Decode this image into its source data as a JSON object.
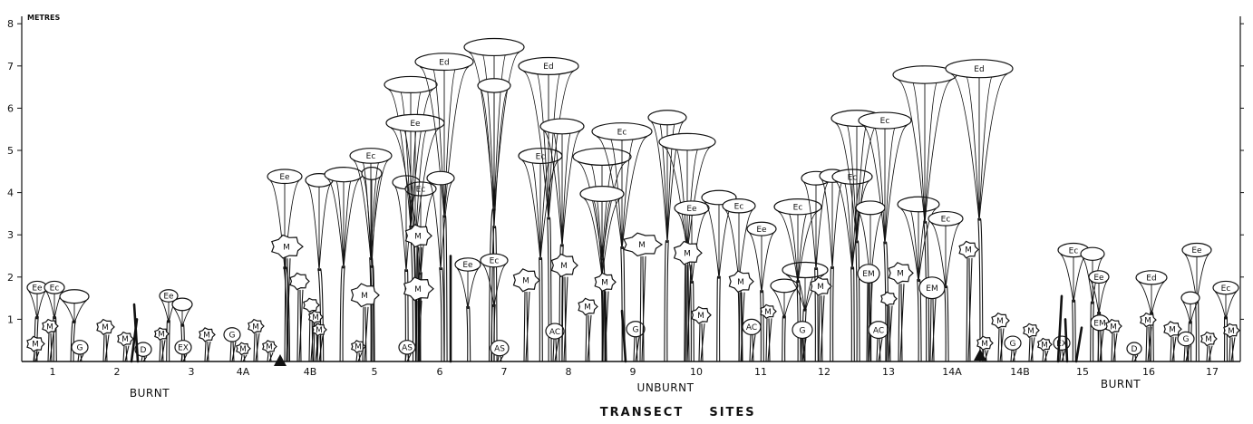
{
  "figure": {
    "y_axis": {
      "unit_label": "METRES",
      "ticks": [
        "1",
        "2",
        "3",
        "4",
        "5",
        "6",
        "7",
        "8"
      ]
    },
    "site_labels": [
      "1",
      "2",
      "3",
      "4A",
      "4B",
      "5",
      "6",
      "7",
      "8",
      "9",
      "10",
      "11",
      "12",
      "13",
      "14A",
      "14B",
      "15",
      "16",
      "17"
    ],
    "section_labels": [
      "BURNT",
      "UNBURNT",
      "BURNT"
    ],
    "x_title": {
      "word1": "TRANSECT",
      "word2": "SITES"
    },
    "boundary_markers": [
      "triangle",
      "triangle"
    ]
  },
  "species_codes": [
    "Ee",
    "Ec",
    "Ed",
    "M",
    "G",
    "D",
    "EX",
    "AS",
    "AC",
    "EM"
  ],
  "colors": {
    "ink": "#111111",
    "paper": "#ffffff"
  }
}
